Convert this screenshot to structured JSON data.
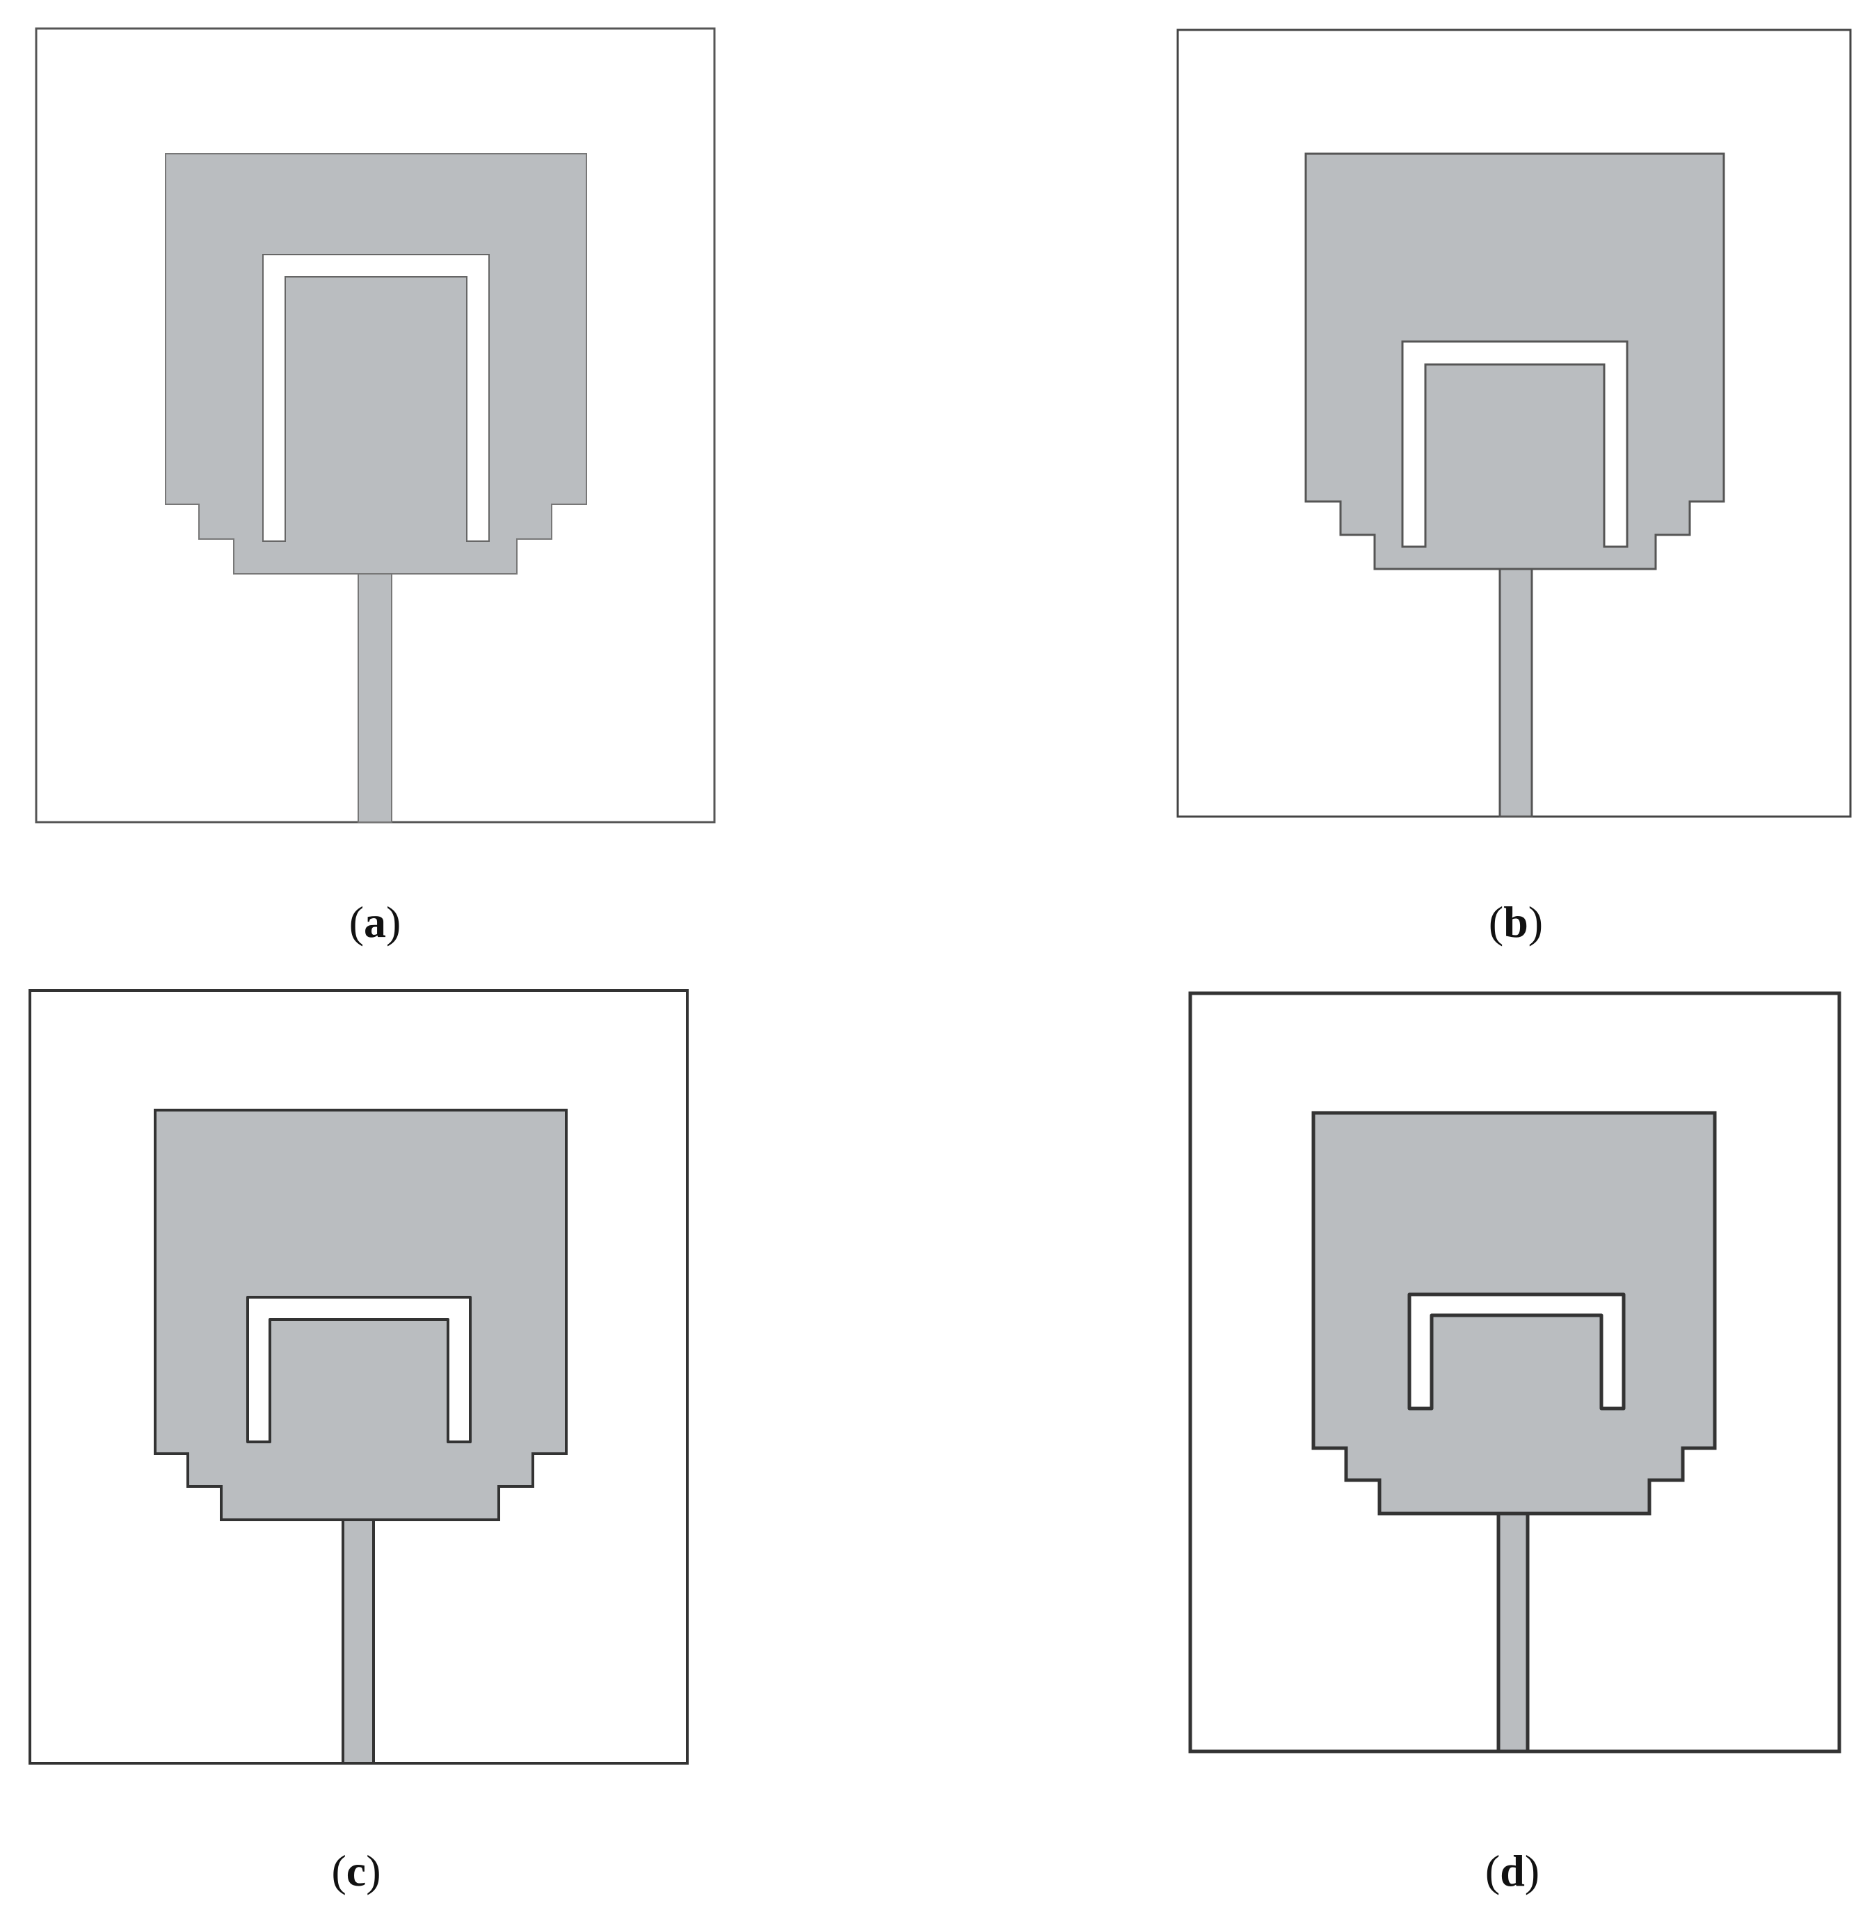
{
  "colors": {
    "background": "#ffffff",
    "patch": "#babdc0",
    "outline": "#333333",
    "slot": "#ffffff"
  },
  "panels": [
    {
      "id": "a",
      "caption_open": "(",
      "caption_letter": "a",
      "caption_close": ")"
    },
    {
      "id": "b",
      "caption_open": "(",
      "caption_letter": "b",
      "caption_close": ")"
    },
    {
      "id": "c",
      "caption_open": "(",
      "caption_letter": "c",
      "caption_close": ")"
    },
    {
      "id": "d",
      "caption_open": "(",
      "caption_letter": "d",
      "caption_close": ")"
    }
  ]
}
